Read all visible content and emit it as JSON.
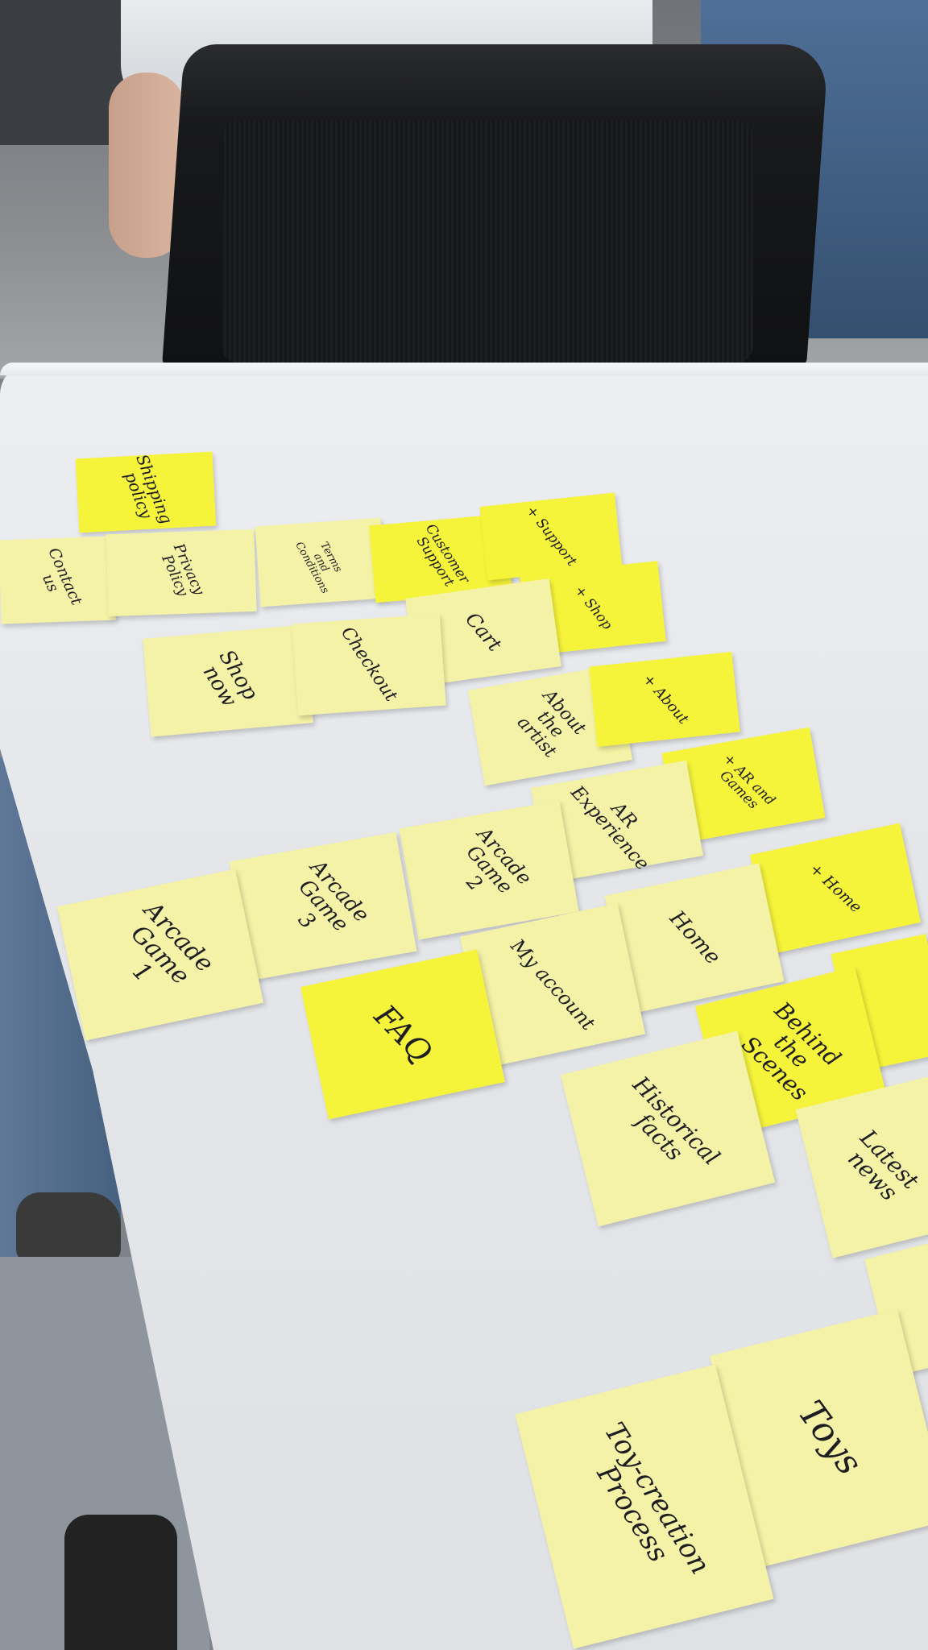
{
  "colors": {
    "pale_note": "#f4f2a6",
    "bright_note": "#f6f43a",
    "table": "#e6e8eb"
  },
  "notes": {
    "shipping_policy": "Shipping\npolicy",
    "contact_us": "Contact\nus",
    "privacy_policy": "Privacy\nPolicy",
    "terms_conditions": "Terms\nand\nConditions",
    "customer_support": "Customer\nSupport",
    "support": "+ Support",
    "shop": "+ Shop",
    "cart": "Cart",
    "shop_now": "Shop\nnow",
    "checkout": "Checkout",
    "about_artist": "About\nthe\nartist",
    "about": "+ About",
    "ar_games": "+ AR and\nGames",
    "ar_experience": "AR\nExperience",
    "arcade_game_2": "Arcade\nGame\n2",
    "arcade_game_3": "Arcade\nGame\n3",
    "arcade_game_1": "Arcade\nGame\n1",
    "home_section": "+ Home",
    "home": "Home",
    "my_account": "My account",
    "faq": "FAQ",
    "behind_scenes": "Behind\nthe\nScenes",
    "historical_facts": "Historical\nfacts",
    "latest_news": "Latest\nnews",
    "toys": "Toys",
    "toy_creation_process": "Toy-creation\nProcess"
  }
}
